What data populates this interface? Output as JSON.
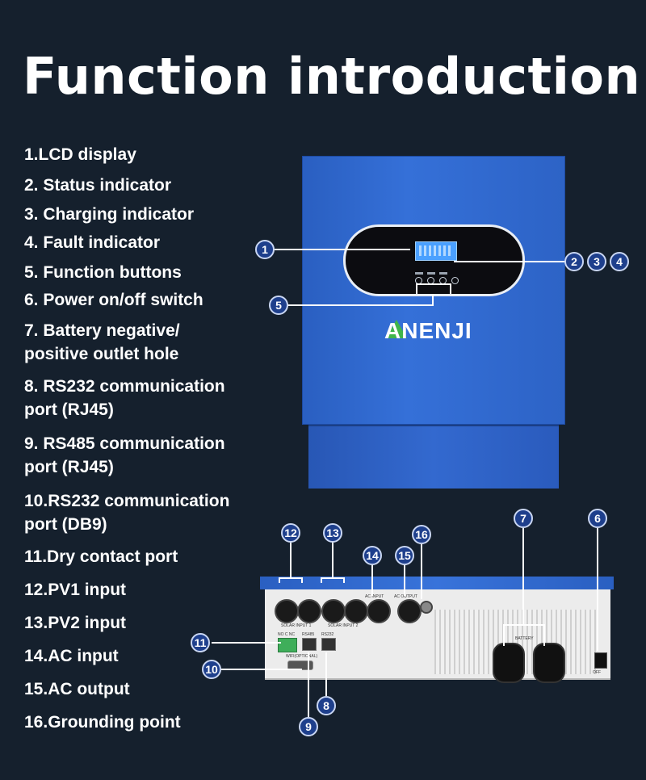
{
  "title": "Function introduction",
  "features": [
    "1.LCD display",
    "2. Status indicator",
    "3. Charging indicator",
    "4. Fault indicator",
    "5. Function buttons",
    "6. Power on/off switch",
    "7. Battery negative/\n positive outlet hole",
    "8. RS232 communication\nport (RJ45)",
    "9. RS485 communication\nport (RJ45)",
    "10.RS232 communication\nport (DB9)",
    "11.Dry contact port",
    "12.PV1 input",
    "13.PV2 input",
    "14.AC input",
    "15.AC output",
    "16.Grounding point"
  ],
  "brand": "ANENJI",
  "port_labels": {
    "solar1": "SOLAR INPUT 1",
    "solar2": "SOLAR INPUT 2",
    "ac_input": "AC INPUT",
    "ac_output": "AC OUTPUT",
    "battery": "BATTERY",
    "rs485": "RS485",
    "rs232": "RS232",
    "dry": "NO C NC",
    "wifi": "WIFI(OPTIONAL)",
    "off": "OFF"
  },
  "callouts": {
    "c1": "1",
    "c2": "2",
    "c3": "3",
    "c4": "4",
    "c5": "5",
    "c6": "6",
    "c7": "7",
    "c8": "8",
    "c9": "9",
    "c10": "10",
    "c11": "11",
    "c12": "12",
    "c13": "13",
    "c14": "14",
    "c15": "15",
    "c16": "16"
  },
  "colors": {
    "background": "#15202d",
    "device_blue": "#2f66cc",
    "callout_fill": "#1e3f8c"
  }
}
